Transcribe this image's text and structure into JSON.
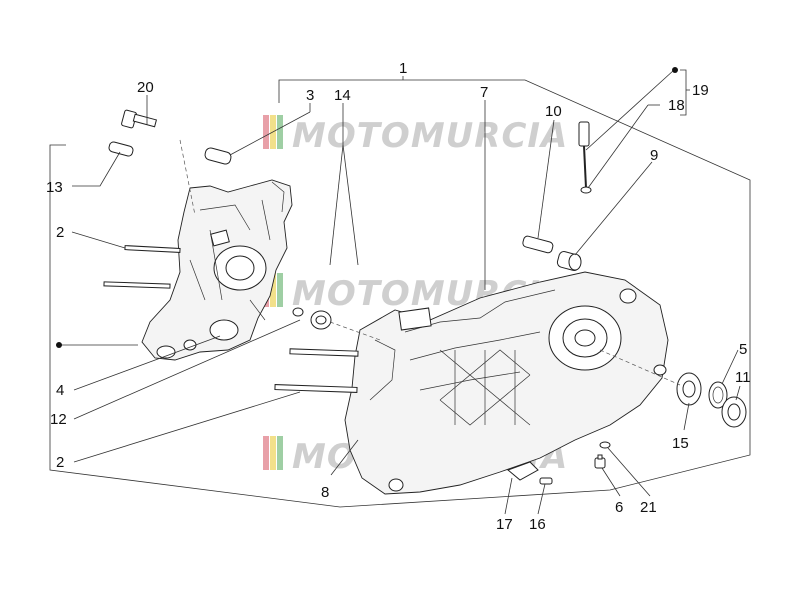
{
  "watermark": {
    "text": "MOTOMURCIA",
    "colors": [
      "#c8102e",
      "#f4c400",
      "#2e8b3a"
    ]
  },
  "callouts": {
    "c1": "1",
    "c2a": "2",
    "c2b": "2",
    "c3": "3",
    "c4": "4",
    "c5": "5",
    "c6": "6",
    "c7": "7",
    "c8": "8",
    "c9": "9",
    "c10": "10",
    "c11": "11",
    "c12": "12",
    "c13": "13",
    "c14": "14",
    "c15": "15",
    "c16": "16",
    "c17": "17",
    "c18": "18",
    "c19": "19",
    "c20": "20",
    "c21": "21"
  }
}
